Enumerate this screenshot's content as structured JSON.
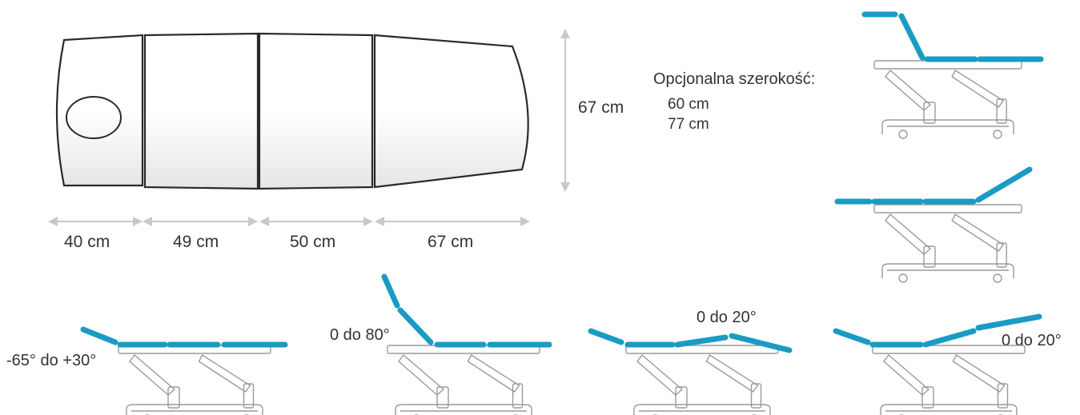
{
  "colors": {
    "accent": "#1a9bc4",
    "outline": "#2a2a2a",
    "frame": "#9a9a9a",
    "dimension_arrow": "#c8c8c8",
    "text": "#333333"
  },
  "table_top_view": {
    "segment_widths": [
      "40 cm",
      "49 cm",
      "50 cm",
      "67 cm"
    ],
    "height": "67 cm"
  },
  "width_options": {
    "label": "Opcjonalna szerokość:",
    "options": [
      "60 cm",
      "77 cm"
    ]
  },
  "positions": {
    "headrest": "-65° do +30°",
    "backrest": "0 do 80°",
    "legrest_a": "0 do 20°",
    "legrest_b": "0 do 20°"
  }
}
